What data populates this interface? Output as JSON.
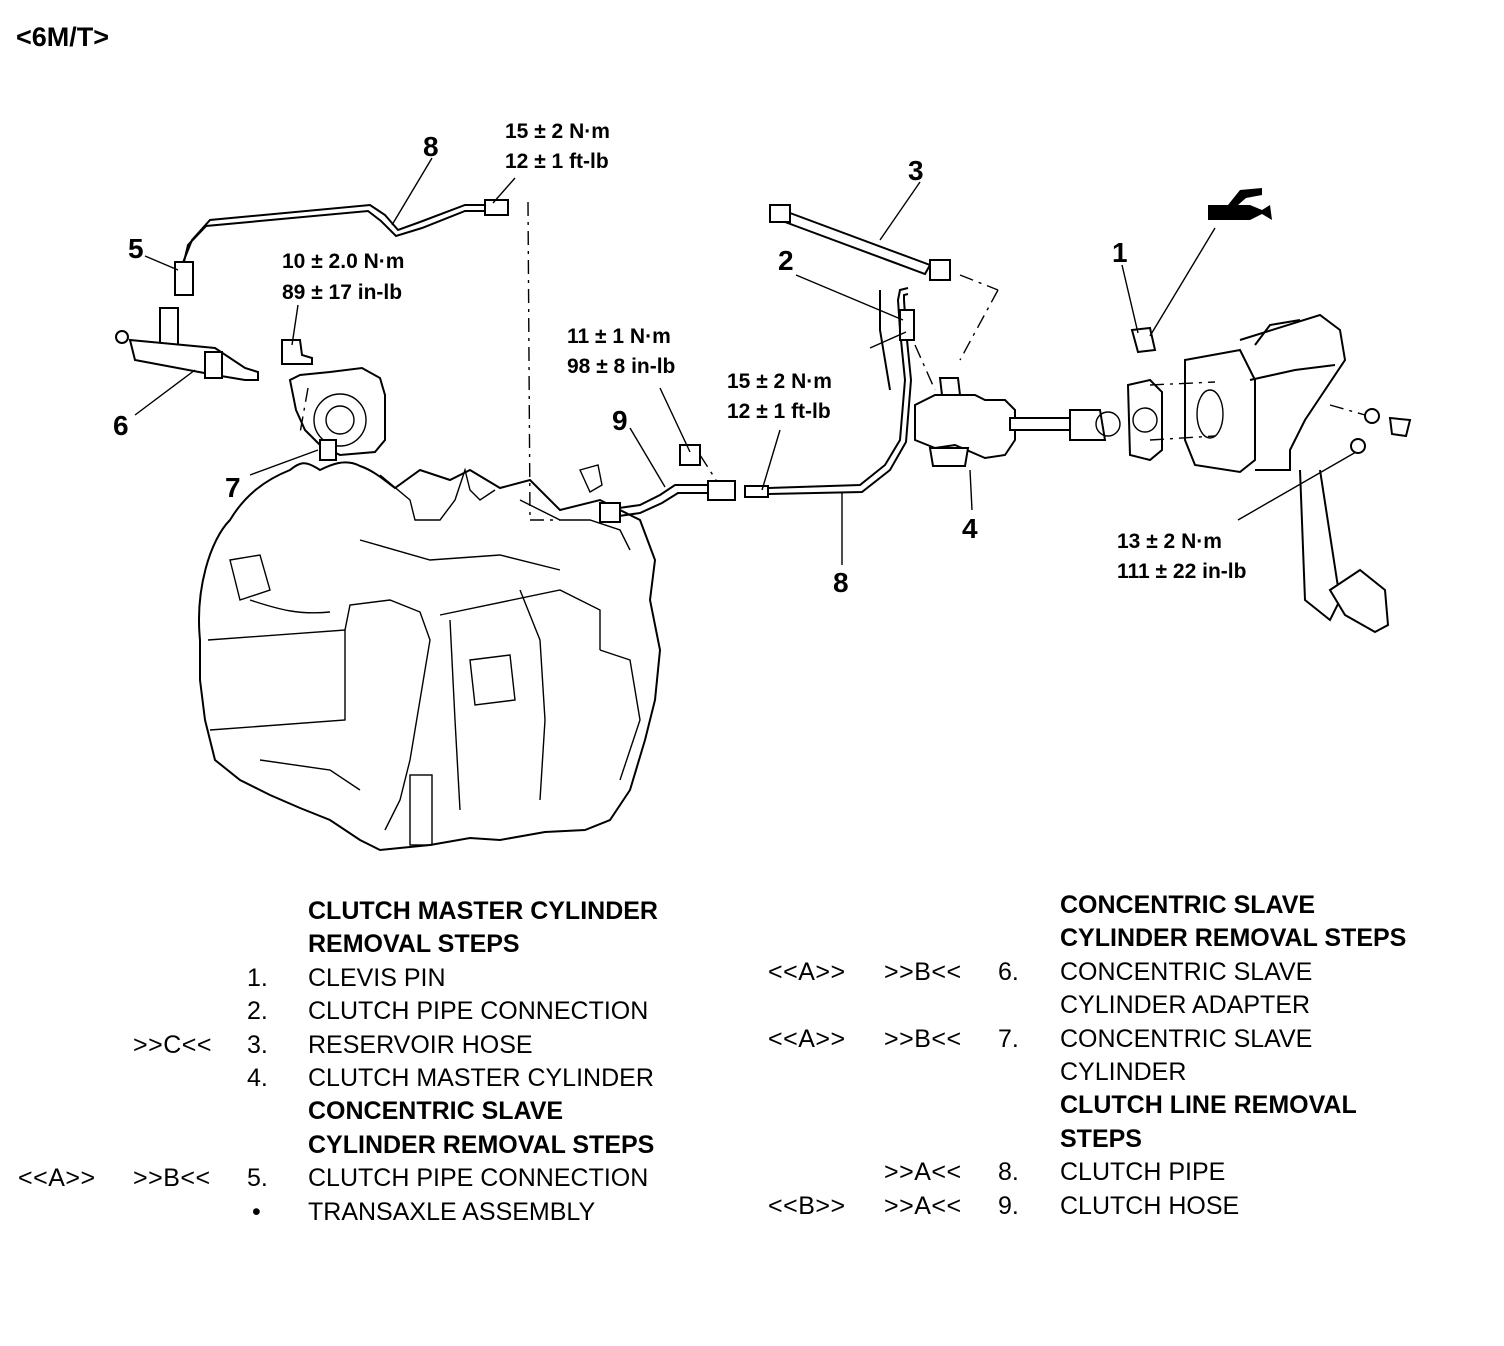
{
  "page_tag": "<6M/T>",
  "callouts": {
    "c1": "1",
    "c2": "2",
    "c3": "3",
    "c4": "4",
    "c5": "5",
    "c6": "6",
    "c7": "7",
    "c8a": "8",
    "c8b": "8",
    "c9": "9"
  },
  "torques": {
    "t_pipe_top": [
      "15 ± 2 N·m",
      "12 ± 1 ft-lb"
    ],
    "t_slave": [
      "10 ± 2.0 N·m",
      "89 ± 17 in-lb"
    ],
    "t_hose_bolt": [
      "11 ± 1 N·m",
      "98 ± 8 in-lb"
    ],
    "t_pipe_mid": [
      "15 ± 2 N·m",
      "12 ± 1 ft-lb"
    ],
    "t_pedal": [
      "13 ± 2 N·m",
      "111 ± 22 in-lb"
    ]
  },
  "left_column": [
    {
      "heading": "CLUTCH MASTER CYLINDER"
    },
    {
      "heading": "REMOVAL STEPS"
    },
    {
      "ref_a": "",
      "ref_b": "",
      "num": "1.",
      "text": "CLEVIS PIN"
    },
    {
      "ref_a": "",
      "ref_b": "",
      "num": "2.",
      "text": "CLUTCH PIPE CONNECTION"
    },
    {
      "ref_a": "",
      "ref_b": ">>C<<",
      "num": "3.",
      "text": "RESERVOIR HOSE"
    },
    {
      "ref_a": "",
      "ref_b": "",
      "num": "4.",
      "text": "CLUTCH MASTER CYLINDER"
    },
    {
      "heading": "CONCENTRIC SLAVE"
    },
    {
      "heading": "CYLINDER  REMOVAL STEPS"
    },
    {
      "ref_a": "<<A>>",
      "ref_b": ">>B<<",
      "num": "5.",
      "text": "CLUTCH PIPE CONNECTION"
    },
    {
      "ref_a": "",
      "ref_b": "",
      "num": "•",
      "text": "TRANSAXLE ASSEMBLY"
    }
  ],
  "right_column": [
    {
      "heading": "CONCENTRIC SLAVE"
    },
    {
      "heading": "CYLINDER  REMOVAL STEPS"
    },
    {
      "ref_a": "<<A>>",
      "ref_b": ">>B<<",
      "num": "6.",
      "text": "CONCENTRIC SLAVE"
    },
    {
      "ref_a": "",
      "ref_b": "",
      "num": "",
      "text": "CYLINDER ADAPTER"
    },
    {
      "ref_a": "<<A>>",
      "ref_b": ">>B<<",
      "num": "7.",
      "text": "CONCENTRIC SLAVE"
    },
    {
      "ref_a": "",
      "ref_b": "",
      "num": "",
      "text": "CYLINDER"
    },
    {
      "heading": "CLUTCH LINE REMOVAL"
    },
    {
      "heading": "STEPS"
    },
    {
      "ref_a": "",
      "ref_b": ">>A<<",
      "num": "8.",
      "text": "CLUTCH PIPE"
    },
    {
      "ref_a": "<<B>>",
      "ref_b": ">>A<<",
      "num": "9.",
      "text": "CLUTCH HOSE"
    }
  ]
}
